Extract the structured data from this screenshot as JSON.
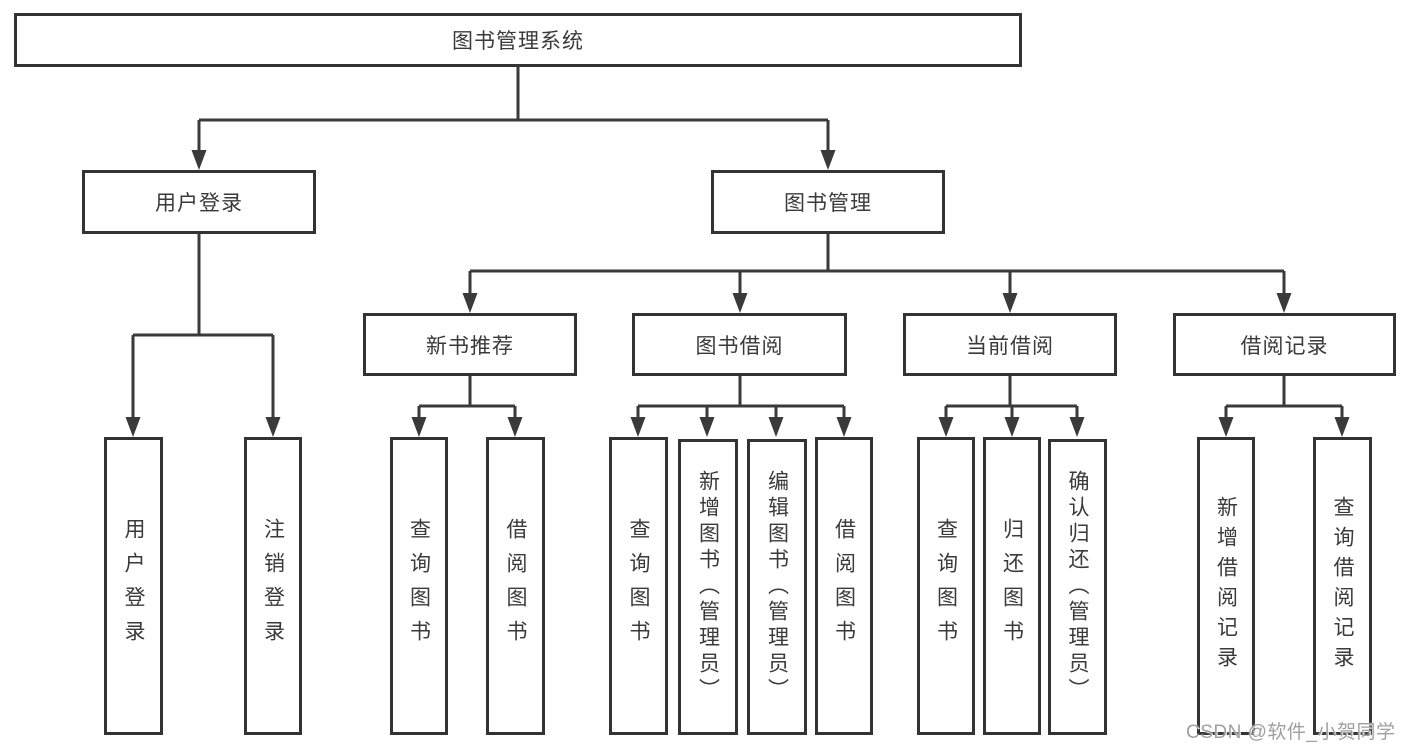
{
  "nodes": {
    "root": {
      "label": "图书管理系统"
    },
    "level2": [
      {
        "label": "用户登录"
      },
      {
        "label": "图书管理"
      }
    ],
    "level3": [
      {
        "label": "新书推荐",
        "parent": "图书管理"
      },
      {
        "label": "图书借阅",
        "parent": "图书管理"
      },
      {
        "label": "当前借阅",
        "parent": "图书管理"
      },
      {
        "label": "借阅记录",
        "parent": "图书管理"
      }
    ],
    "leaves": [
      {
        "label": "用户登录",
        "parent": "用户登录"
      },
      {
        "label": "注销登录",
        "parent": "用户登录"
      },
      {
        "label": "查询图书",
        "parent": "新书推荐"
      },
      {
        "label": "借阅图书",
        "parent": "新书推荐"
      },
      {
        "label": "查询图书",
        "parent": "图书借阅"
      },
      {
        "label": "新增图书（管理员）",
        "parent": "图书借阅"
      },
      {
        "label": "编辑图书（管理员）",
        "parent": "图书借阅"
      },
      {
        "label": "借阅图书",
        "parent": "图书借阅"
      },
      {
        "label": "查询图书",
        "parent": "当前借阅"
      },
      {
        "label": "归还图书",
        "parent": "当前借阅"
      },
      {
        "label": "确认归还（管理员）",
        "parent": "当前借阅"
      },
      {
        "label": "新增借阅记录",
        "parent": "借阅记录"
      },
      {
        "label": "查询借阅记录",
        "parent": "借阅记录"
      }
    ]
  },
  "hierarchy": {
    "图书管理系统": {
      "用户登录": [
        "用户登录",
        "注销登录"
      ],
      "图书管理": {
        "新书推荐": [
          "查询图书",
          "借阅图书"
        ],
        "图书借阅": [
          "查询图书",
          "新增图书（管理员）",
          "编辑图书（管理员）",
          "借阅图书"
        ],
        "当前借阅": [
          "查询图书",
          "归还图书",
          "确认归还（管理员）"
        ],
        "借阅记录": [
          "新增借阅记录",
          "查询借阅记录"
        ]
      }
    }
  },
  "watermark": "CSDN @软件_小贺同学",
  "colors": {
    "line": "#3a3a3a",
    "box_border": "#333333",
    "text": "#3a3a3a",
    "watermark": "#a0a0a0",
    "background": "#ffffff"
  }
}
